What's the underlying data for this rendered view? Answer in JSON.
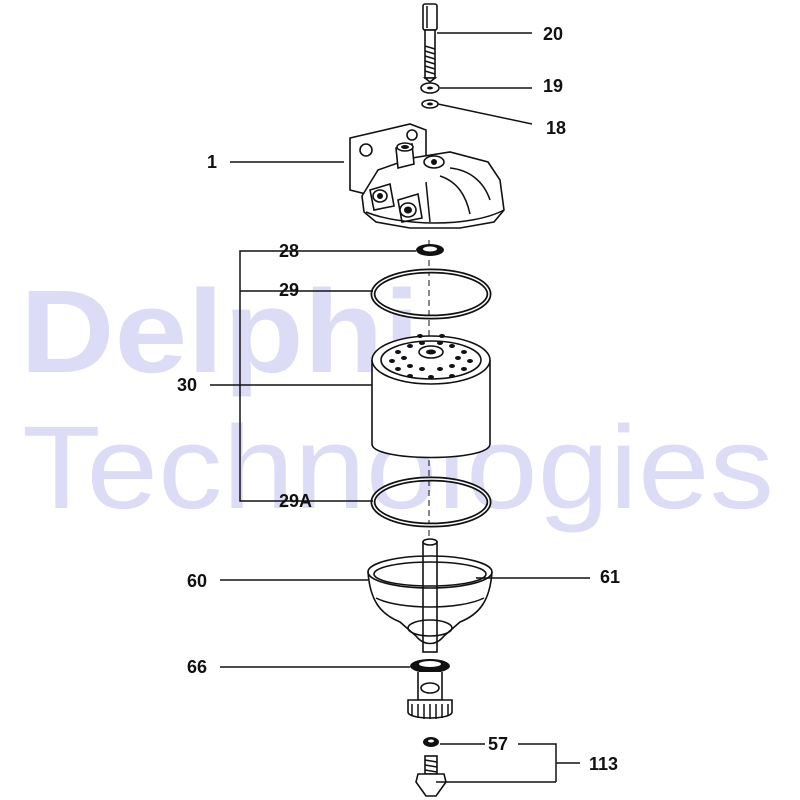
{
  "watermark": {
    "line1": "Delphi",
    "line2": "Technologies"
  },
  "callouts": {
    "c20": "20",
    "c19": "19",
    "c18": "18",
    "c1": "1",
    "c28": "28",
    "c29": "29",
    "c30": "30",
    "c29a": "29A",
    "c60": "60",
    "c61": "61",
    "c66": "66",
    "c57": "57",
    "c113": "113"
  },
  "colors": {
    "watermark": "#dcdcf6",
    "line": "#111111"
  }
}
